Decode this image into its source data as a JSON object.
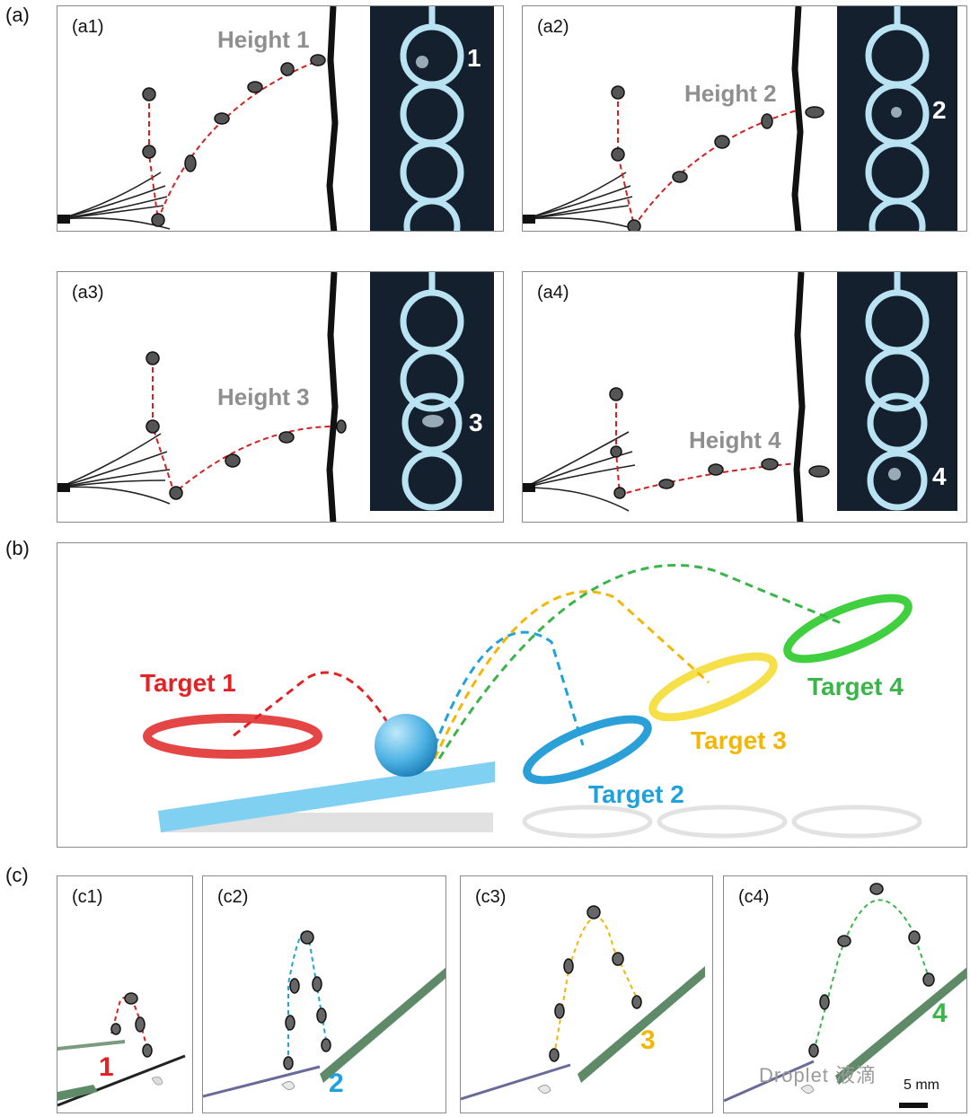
{
  "figure": {
    "panel_a_label": "(a)",
    "panel_b_label": "(b)",
    "panel_c_label": "(c)"
  },
  "panel_a": {
    "subpanels": [
      {
        "label": "(a1)",
        "height_label": "Height 1",
        "ring_number": "1"
      },
      {
        "label": "(a2)",
        "height_label": "Height 2",
        "ring_number": "2"
      },
      {
        "label": "(a3)",
        "height_label": "Height 3",
        "ring_number": "3"
      },
      {
        "label": "(a4)",
        "height_label": "Height 4",
        "ring_number": "4"
      }
    ]
  },
  "panel_b": {
    "targets": [
      {
        "label": "Target 1",
        "color": "#e32226"
      },
      {
        "label": "Target 2",
        "color": "#1fa2dc"
      },
      {
        "label": "Target 3",
        "color": "#f2b705"
      },
      {
        "label": "Target 4",
        "color": "#3ab54a"
      }
    ]
  },
  "panel_c": {
    "subpanels": [
      {
        "label": "(c1)",
        "number": "1",
        "color": "#e32226"
      },
      {
        "label": "(c2)",
        "number": "2",
        "color": "#1fa2dc"
      },
      {
        "label": "(c3)",
        "number": "3",
        "color": "#f2b705"
      },
      {
        "label": "(c4)",
        "number": "4",
        "color": "#3ab54a"
      }
    ],
    "scale_bar": "5 mm",
    "watermark": "Droplet 液滴"
  }
}
